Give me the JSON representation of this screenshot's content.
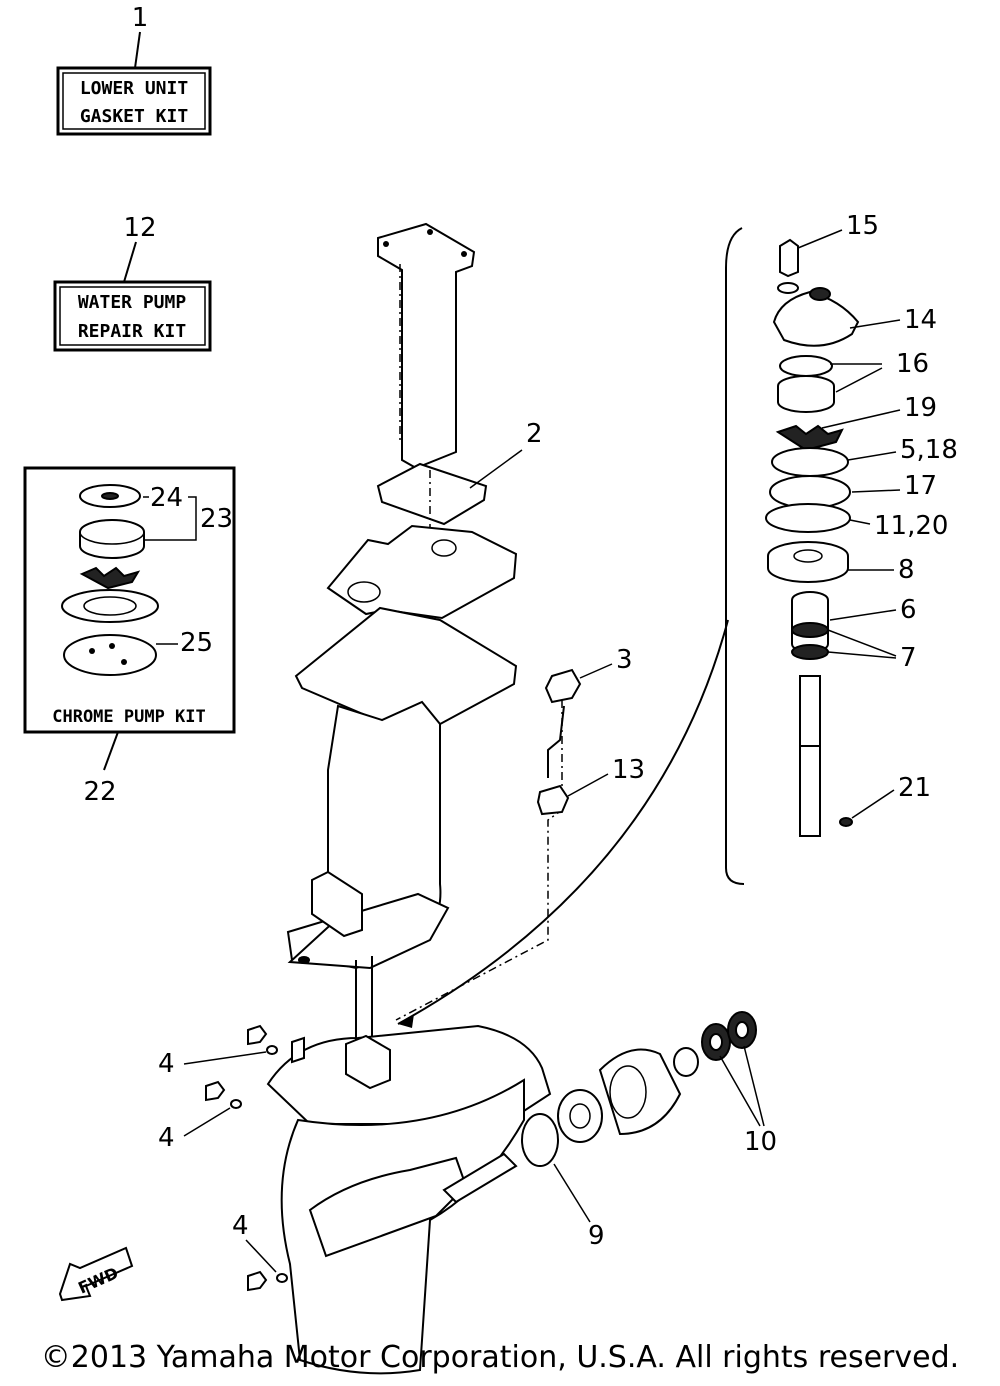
{
  "kits": {
    "lower_unit_gasket": {
      "line1": "LOWER UNIT",
      "line2": "GASKET KIT",
      "ref": "1"
    },
    "water_pump_repair": {
      "line1": "WATER PUMP",
      "line2": "REPAIR KIT",
      "ref": "12"
    },
    "chrome_pump": {
      "title": "CHROME PUMP KIT",
      "ref": "22"
    }
  },
  "callouts": {
    "c2": "2",
    "c3": "3",
    "c4a": "4",
    "c4b": "4",
    "c4c": "4",
    "c5_18": "5,18",
    "c6": "6",
    "c7": "7",
    "c8": "8",
    "c9": "9",
    "c10": "10",
    "c11_20": "11,20",
    "c13": "13",
    "c14": "14",
    "c15": "15",
    "c16": "16",
    "c17": "17",
    "c19": "19",
    "c21": "21",
    "c23": "23",
    "c24": "24",
    "c25": "25"
  },
  "fwd_label": "FWD",
  "copyright": "©2013 Yamaha Motor Corporation, U.S.A. All rights reserved."
}
